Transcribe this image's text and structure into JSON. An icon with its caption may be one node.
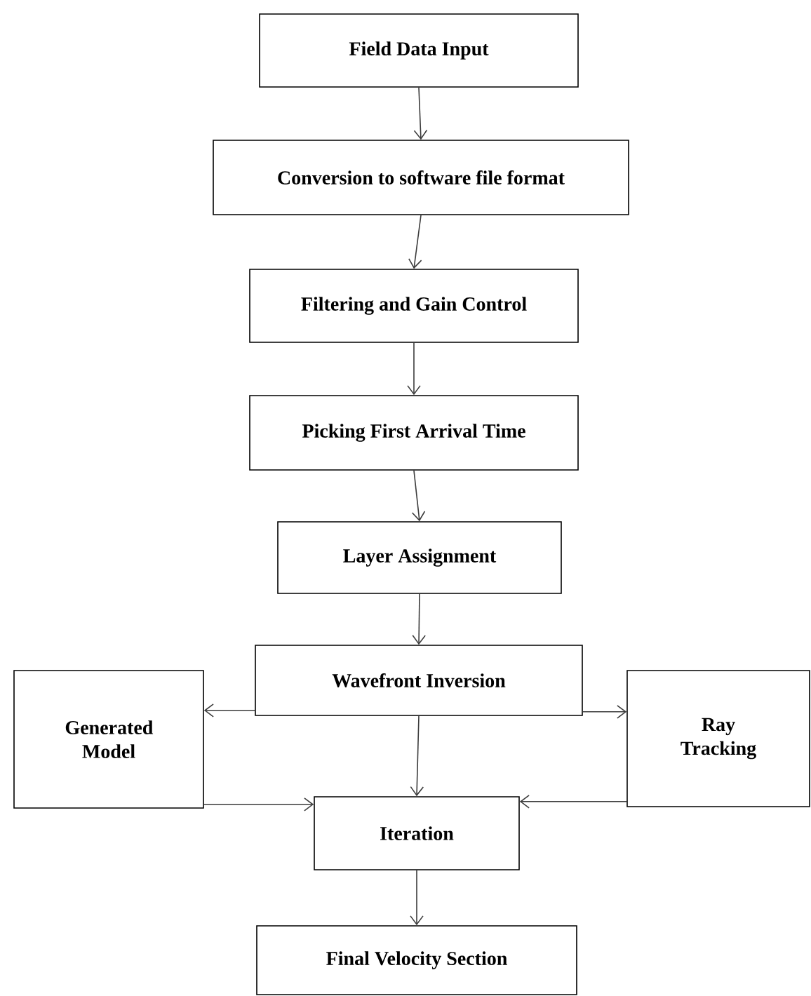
{
  "diagram": {
    "nodes": [
      {
        "text": [
          "Field Data Input"
        ]
      },
      {
        "text": [
          "Conversion to software file format"
        ]
      },
      {
        "text": [
          "Filtering and Gain Control"
        ]
      },
      {
        "text": [
          "Picking First Arrival Time"
        ]
      },
      {
        "text": [
          "Layer Assignment"
        ]
      },
      {
        "text": [
          "Wavefront Inversion"
        ]
      },
      {
        "text": [
          "Generated Model"
        ]
      },
      {
        "text": [
          "Ray Tracking"
        ]
      },
      {
        "text": [
          "Iteration"
        ]
      },
      {
        "text": [
          "Final Velocity Section"
        ]
      }
    ],
    "edges": [
      {
        "from": 0,
        "to": 1,
        "arrow": "to"
      },
      {
        "from": 1,
        "to": 2,
        "arrow": "to"
      },
      {
        "from": 2,
        "to": 3,
        "arrow": "to"
      },
      {
        "from": 3,
        "to": 4,
        "arrow": "to"
      },
      {
        "from": 4,
        "to": 5,
        "arrow": "to"
      },
      {
        "from": 5,
        "to": 6,
        "arrow": "to"
      },
      {
        "from": 5,
        "to": 7,
        "arrow": "to"
      },
      {
        "from": 5,
        "to": 8,
        "arrow": "to"
      },
      {
        "from": 6,
        "to": 8,
        "arrow": "to"
      },
      {
        "from": 7,
        "to": 8,
        "arrow": "to"
      },
      {
        "from": 8,
        "to": 9,
        "arrow": "to"
      }
    ]
  }
}
